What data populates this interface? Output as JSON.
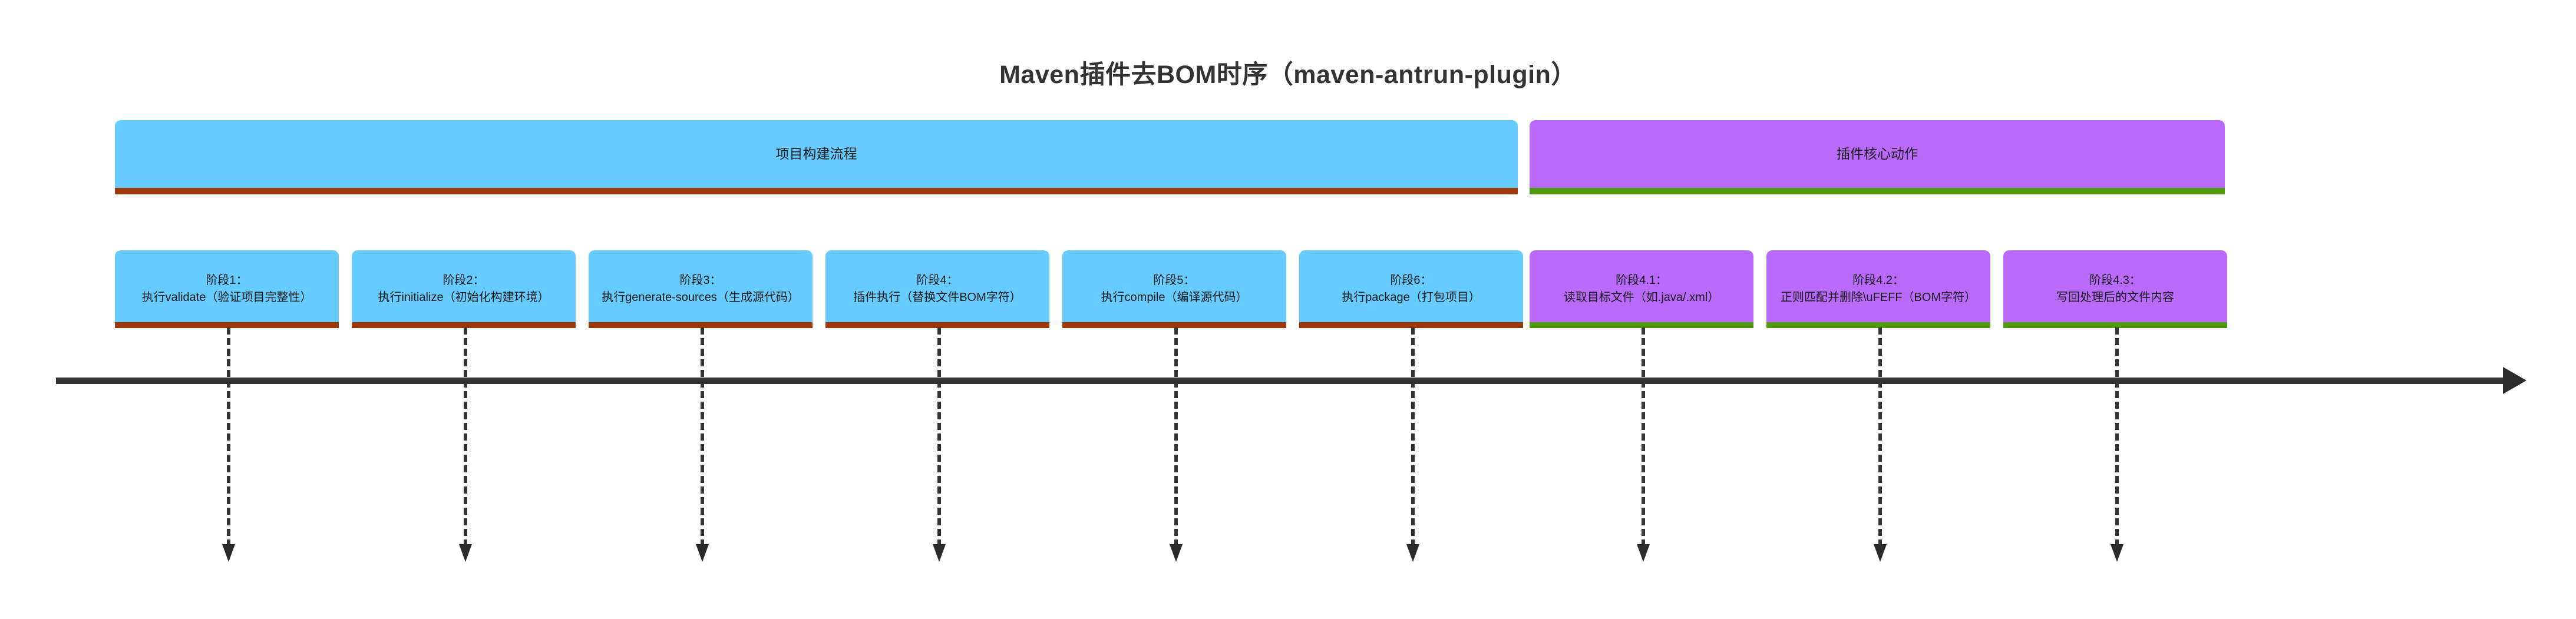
{
  "title": "Maven插件去BOM时序（maven-antrun-plugin）",
  "colors": {
    "build_lane_fill": "#66CCFF",
    "build_lane_border": "#A0390A",
    "plugin_lane_fill": "#B96AFB",
    "plugin_lane_border": "#4F9A0E",
    "axis": "#333333",
    "title_text": "#333333"
  },
  "lanes": [
    {
      "id": "build",
      "label": "项目构建流程"
    },
    {
      "id": "plugin",
      "label": "插件核心动作"
    }
  ],
  "stages": [
    {
      "id": "stage-1",
      "lane": "build",
      "line1": "阶段1：",
      "line2": "执行validate（验证项目完整性）",
      "text": "阶段1：\n执行validate（验证项目完整性）"
    },
    {
      "id": "stage-2",
      "lane": "build",
      "line1": "阶段2：",
      "line2": "执行initialize（初始化构建环境）",
      "text": "阶段2：\n执行initialize（初始化构建环境）"
    },
    {
      "id": "stage-3",
      "lane": "build",
      "line1": "阶段3：",
      "line2": "执行generate-sources（生成源代码）",
      "text": "阶段3：\n执行generate-sources（生成源代码）"
    },
    {
      "id": "stage-4",
      "lane": "build",
      "line1": "阶段4：",
      "line2": "插件执行（替换文件BOM字符）",
      "text": "阶段4：\n插件执行（替换文件BOM字符）"
    },
    {
      "id": "stage-5",
      "lane": "build",
      "line1": "阶段5：",
      "line2": "执行compile（编译源代码）",
      "text": "阶段5：\n执行compile（编译源代码）"
    },
    {
      "id": "stage-6",
      "lane": "build",
      "line1": "阶段6：",
      "line2": "执行package（打包项目）",
      "text": "阶段6：\n执行package（打包项目）"
    },
    {
      "id": "stage-4-1",
      "lane": "plugin",
      "line1": "阶段4.1：",
      "line2": "读取目标文件（如.java/.xml）",
      "text": "阶段4.1：\n读取目标文件（如.java/.xml）"
    },
    {
      "id": "stage-4-2",
      "lane": "plugin",
      "line1": "阶段4.2：",
      "line2": "正则匹配并删除\\uFEFF（BOM字符）",
      "text": "阶段4.2：\n正则匹配并删除\\uFEFF（BOM字符）"
    },
    {
      "id": "stage-4-3",
      "lane": "plugin",
      "line1": "阶段4.3：",
      "line2": "写回处理后的文件内容",
      "text": "阶段4.3：\n写回处理后的文件内容"
    }
  ],
  "timeline": {
    "direction": "left-to-right",
    "arrow_icon": "right-arrow-icon"
  }
}
